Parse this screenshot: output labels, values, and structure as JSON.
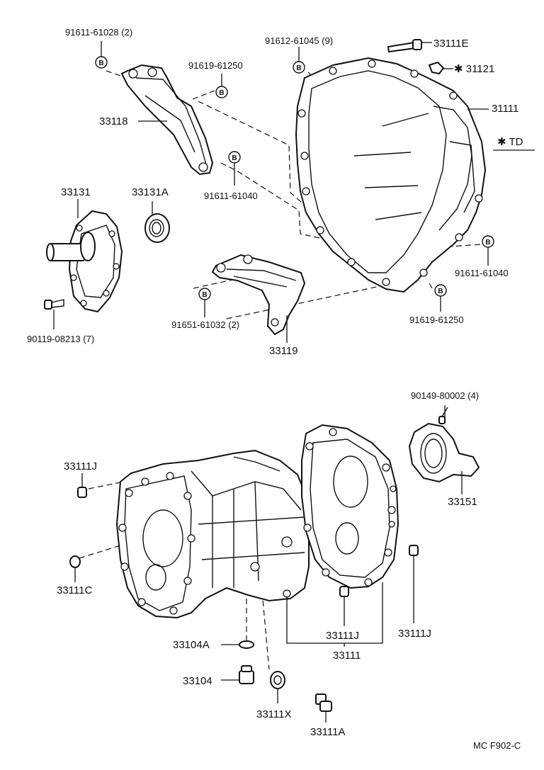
{
  "diagram": {
    "labels": {
      "l_91611_61028": "91611-61028 (2)",
      "l_91619_61250_top": "91619-61250",
      "l_33118": "33118",
      "l_91611_61040_top": "91611-61040",
      "l_33131": "33131",
      "l_33131a": "33131A",
      "l_90119": "90119-08213 (7)",
      "l_91612": "91612-61045 (9)",
      "l_33111e": "33111E",
      "l_31121": "✱ 31121",
      "l_31111": "31111",
      "l_td": "✱ TD",
      "l_91611_61040_right": "91611-61040",
      "l_91651": "91651-61032 (2)",
      "l_33119": "33119",
      "l_91619_61250_bot": "91619-61250",
      "l_90149": "90149-80002 (4)",
      "l_33151": "33151",
      "l_33111j_left": "33111J",
      "l_33111c": "33111C",
      "l_33104a": "33104A",
      "l_33104": "33104",
      "l_33111x": "33111X",
      "l_33111a": "33111A",
      "l_33111j_mid": "33111J",
      "l_33111j_right": "33111J",
      "l_33111": "33111",
      "footer": "MC  F902-C"
    },
    "bolt_symbol": "B"
  }
}
